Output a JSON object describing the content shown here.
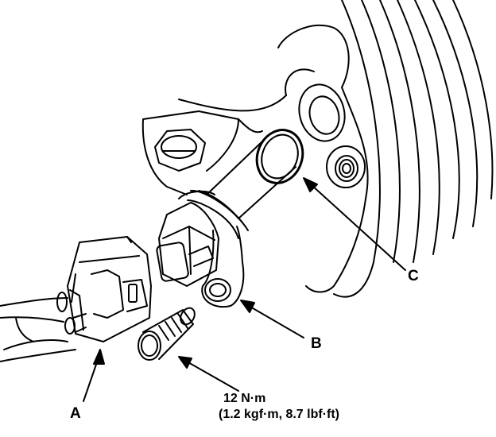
{
  "labels": {
    "a": "A",
    "b": "B",
    "c": "C"
  },
  "torque": {
    "line1": "12 N·m",
    "line2": "(1.2 kgf·m, 8.7 lbf·ft)"
  },
  "colors": {
    "ink": "#000000",
    "paper": "#ffffff"
  }
}
